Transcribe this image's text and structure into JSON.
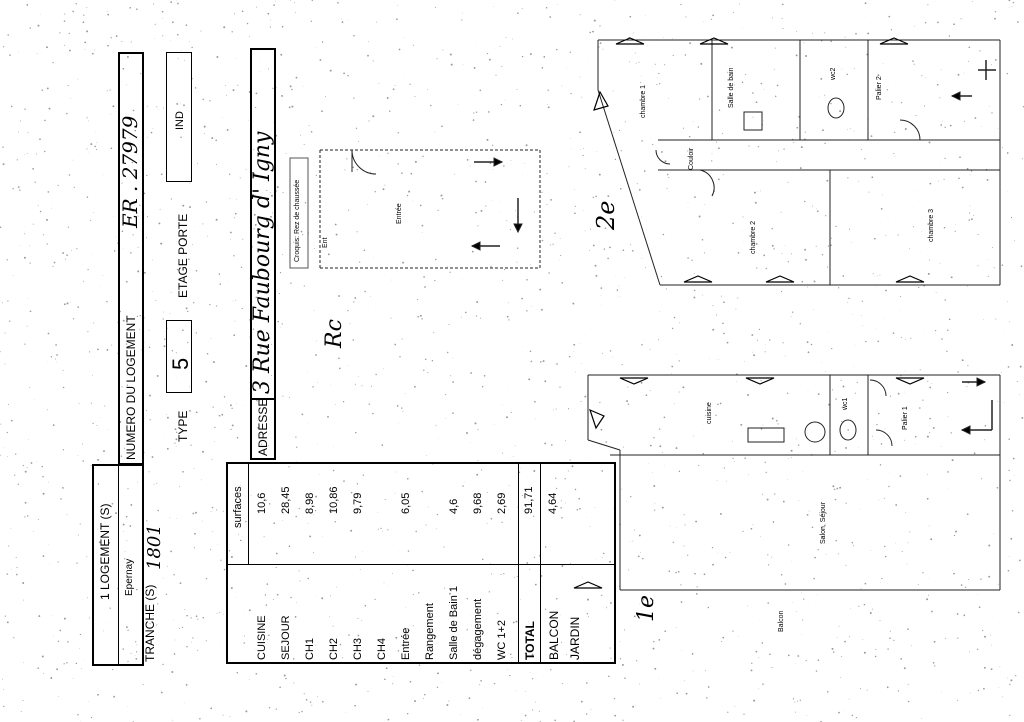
{
  "header": {
    "logement_label": "1 LOGEMENT (S)",
    "city": "Epernay",
    "tranche_label": "TRANCHE (S)",
    "tranche_value": "1801",
    "numero_label": "NUMERO DU LOGEMENT",
    "numero_value": "ER . 27979",
    "type_label": "TYPE",
    "type_value": "5",
    "etage_label": "ETAGE PORTE",
    "etage_value": "IND",
    "adresse_label": "ADRESSE",
    "adresse_value": "3 Rue Faubourg d' Igny"
  },
  "surfaces": {
    "header": "surfaces",
    "rows": [
      {
        "label": "CUISINE",
        "value": "10,6"
      },
      {
        "label": "SEJOUR",
        "value": "28,45"
      },
      {
        "label": "CH1",
        "value": "8,98"
      },
      {
        "label": "CH2",
        "value": "10,86"
      },
      {
        "label": "CH3",
        "value": "9,79"
      },
      {
        "label": "CH4",
        "value": ""
      },
      {
        "label": "Entrée",
        "value": "6,05"
      },
      {
        "label": "Rangement",
        "value": ""
      },
      {
        "label": "Salle de Bain 1",
        "value": "4,6"
      },
      {
        "label": "dégagement",
        "value": "9,68"
      },
      {
        "label": "WC 1+2",
        "value": "2,69"
      }
    ],
    "total_label": "TOTAL",
    "total_value": "91,71",
    "balcon_label": "BALCON",
    "balcon_value": "4,64",
    "jardin_label": "JARDIN",
    "jardin_value": ""
  },
  "plans": {
    "rdc_label": "Rc",
    "rdc_stamp": "Croquis: Rez de chaussée",
    "rdc_rooms": [
      "Entrée",
      "Ent"
    ],
    "floor2_label": "2e",
    "floor2_rooms": [
      "chambre 1",
      "Salle de bain",
      "wc2",
      "Palier 2",
      "chambre 2",
      "chambre 3",
      "Couloir"
    ],
    "floor1_label": "1e",
    "floor1_rooms": [
      "cuisine",
      "wc1",
      "Palier 1",
      "Salon, Séjour",
      "Balcon"
    ]
  }
}
